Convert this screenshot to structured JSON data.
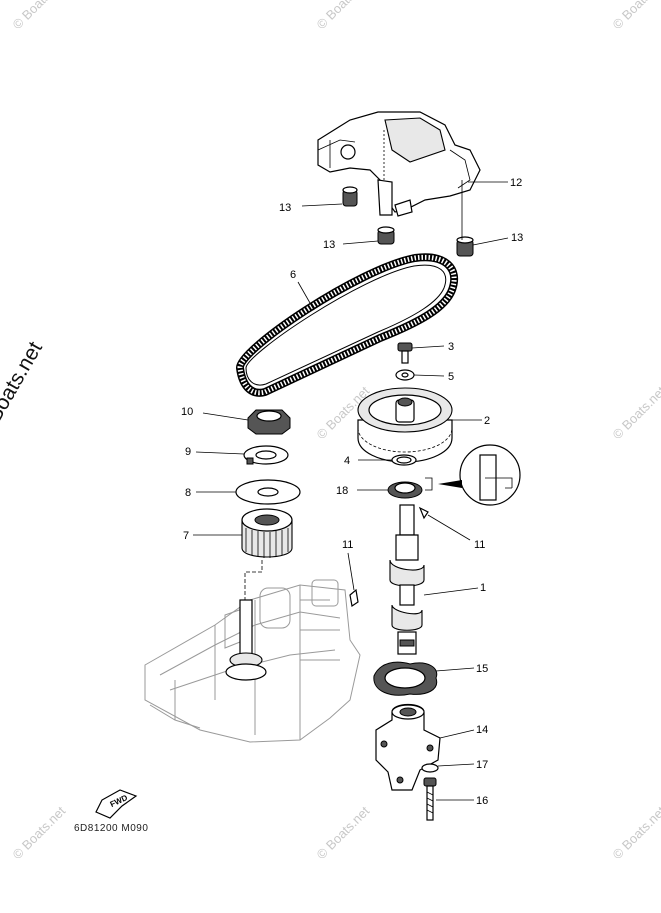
{
  "watermark": {
    "text": "© Boats.net",
    "brand": "© Boats.net"
  },
  "drawing_code": "6D81200 M090",
  "fwd_label": "FWD",
  "callouts": {
    "c1": "1",
    "c2": "2",
    "c3": "3",
    "c4": "4",
    "c5": "5",
    "c6": "6",
    "c7": "7",
    "c8": "8",
    "c9": "9",
    "c10": "10",
    "c11a": "11",
    "c11b": "11",
    "c12": "12",
    "c13a": "13",
    "c13b": "13",
    "c13c": "13",
    "c14": "14",
    "c15": "15",
    "c16": "16",
    "c17": "17",
    "c18": "18"
  }
}
